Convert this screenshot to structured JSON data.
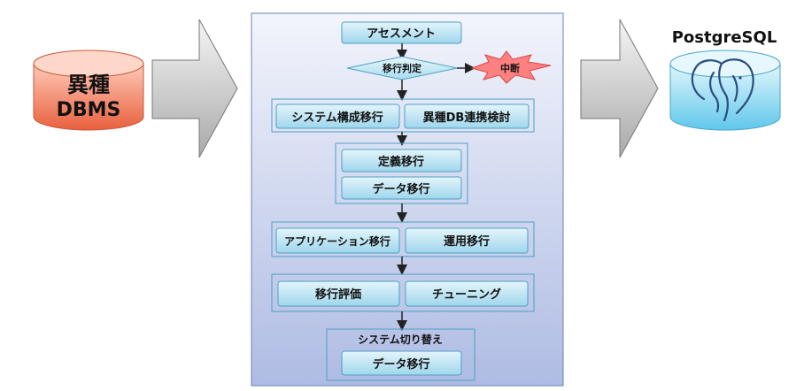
{
  "source": {
    "line1": "異種",
    "line2": "DBMS",
    "color": "#e8603e"
  },
  "target": {
    "title": "PostgreSQL",
    "color": "#5fc8ea"
  },
  "flow": {
    "assessment": "アセスメント",
    "decision": "移行判定",
    "abort": "中断",
    "system_migration": "システム構成移行",
    "db_integration": "異種DB連携検討",
    "definition_migration": "定義移行",
    "data_migration": "データ移行",
    "app_migration": "アプリケーション移行",
    "ops_migration": "運用移行",
    "evaluation": "移行評価",
    "tuning": "チューニング",
    "switchover": "システム切り替え",
    "final_data_migration": "データ移行"
  },
  "colors": {
    "panel": "#c9d2ee",
    "box": "#bfe6f3",
    "box_border": "#4d9fc5",
    "abort_fill": "#ff8080"
  }
}
